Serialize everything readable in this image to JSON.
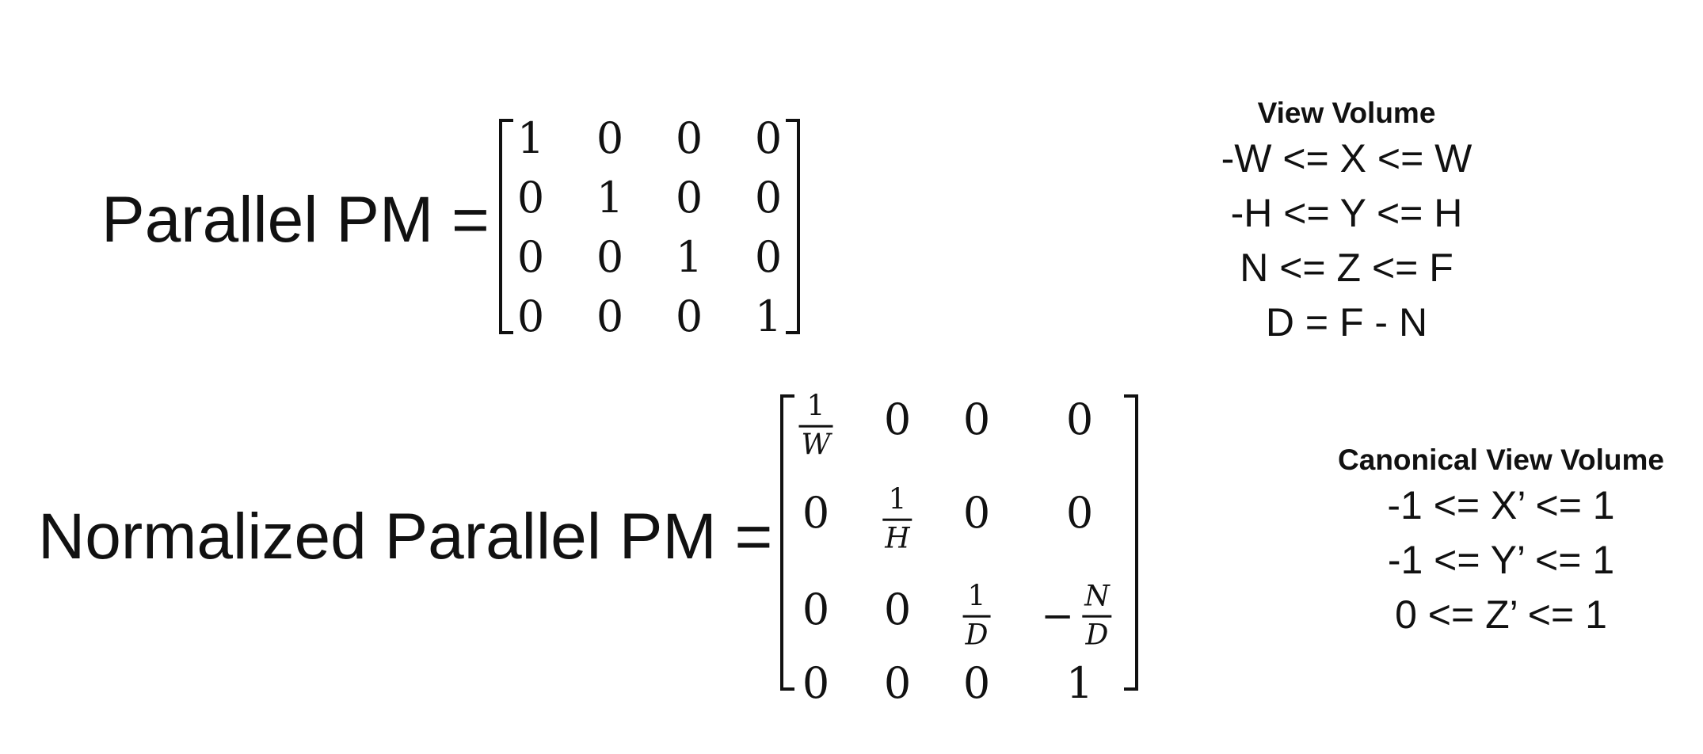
{
  "parallel": {
    "label": "Parallel PM =",
    "matrix": [
      [
        "1",
        "0",
        "0",
        "0"
      ],
      [
        "0",
        "1",
        "0",
        "0"
      ],
      [
        "0",
        "0",
        "1",
        "0"
      ],
      [
        "0",
        "0",
        "0",
        "1"
      ]
    ]
  },
  "normalized": {
    "label": "Normalized Parallel PM =",
    "matrix": [
      [
        "1/W",
        "0",
        "0",
        "0"
      ],
      [
        "0",
        "1/H",
        "0",
        "0"
      ],
      [
        "0",
        "0",
        "1/D",
        "-N/D"
      ],
      [
        "0",
        "0",
        "0",
        "1"
      ]
    ],
    "fractions": {
      "w": {
        "num": "1",
        "den": "W"
      },
      "h": {
        "num": "1",
        "den": "H"
      },
      "d": {
        "num": "1",
        "den": "D"
      },
      "nd": {
        "sign": "−",
        "num": "N",
        "den": "D"
      }
    },
    "plain": {
      "r0c1": "0",
      "r0c2": "0",
      "r0c3": "0",
      "r1c0": "0",
      "r1c2": "0",
      "r1c3": "0",
      "r2c0": "0",
      "r2c1": "0",
      "r3c0": "0",
      "r3c1": "0",
      "r3c2": "0",
      "r3c3": "1"
    }
  },
  "view_volume": {
    "title": "View Volume",
    "lines": [
      "-W <= X <= W",
      "-H <= Y <= H",
      "N <= Z <= F",
      "D = F - N"
    ]
  },
  "canonical_view_volume": {
    "title": "Canonical View Volume",
    "lines": [
      "-1 <= X’ <= 1",
      "-1 <= Y’ <= 1",
      "0 <= Z’ <= 1"
    ]
  }
}
